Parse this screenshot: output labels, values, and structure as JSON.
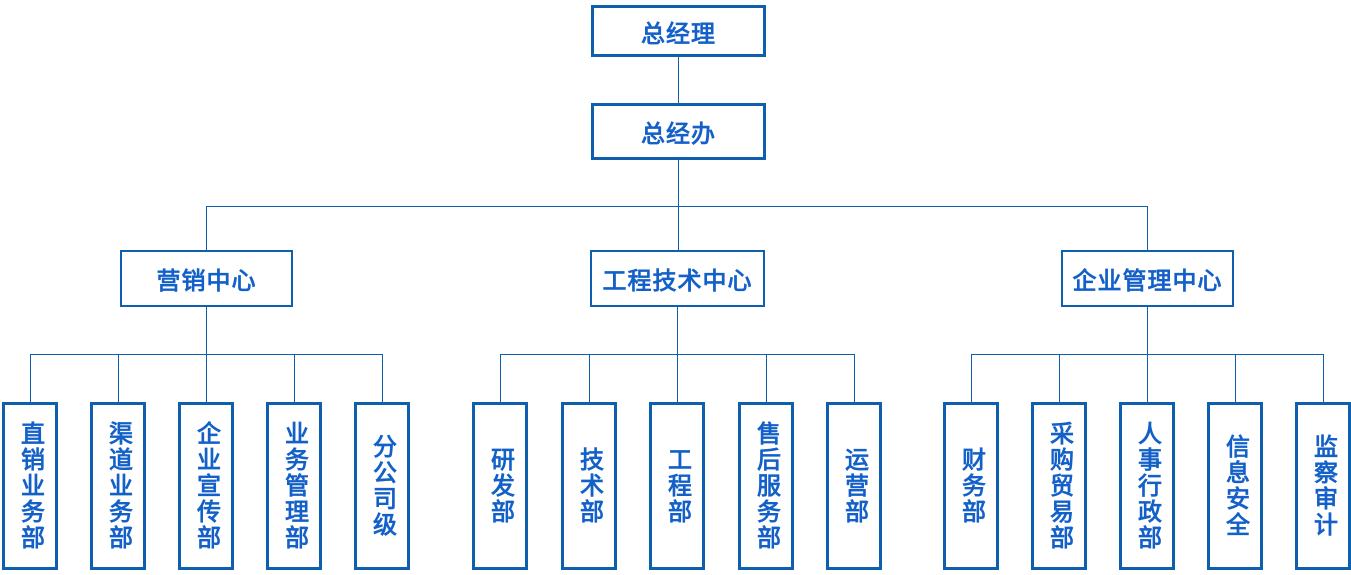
{
  "colors": {
    "line": "#0e60ae",
    "text": "#1260c8",
    "background": "#ffffff"
  },
  "diagram_type": "org-chart",
  "org": {
    "root": {
      "label": "总经理"
    },
    "office": {
      "label": "总经办"
    },
    "centers": [
      {
        "label": "营销中心",
        "children": [
          "直销业务部",
          "渠道业务部",
          "企业宣传部",
          "业务管理部",
          "分公司级"
        ]
      },
      {
        "label": "工程技术中心",
        "children": [
          "研发部",
          "技术部",
          "工程部",
          "售后服务部",
          "运营部"
        ]
      },
      {
        "label": "企业管理中心",
        "children": [
          "财务部",
          "采购贸易部",
          "人事行政部",
          "信息安全",
          "监察审计"
        ]
      }
    ]
  }
}
